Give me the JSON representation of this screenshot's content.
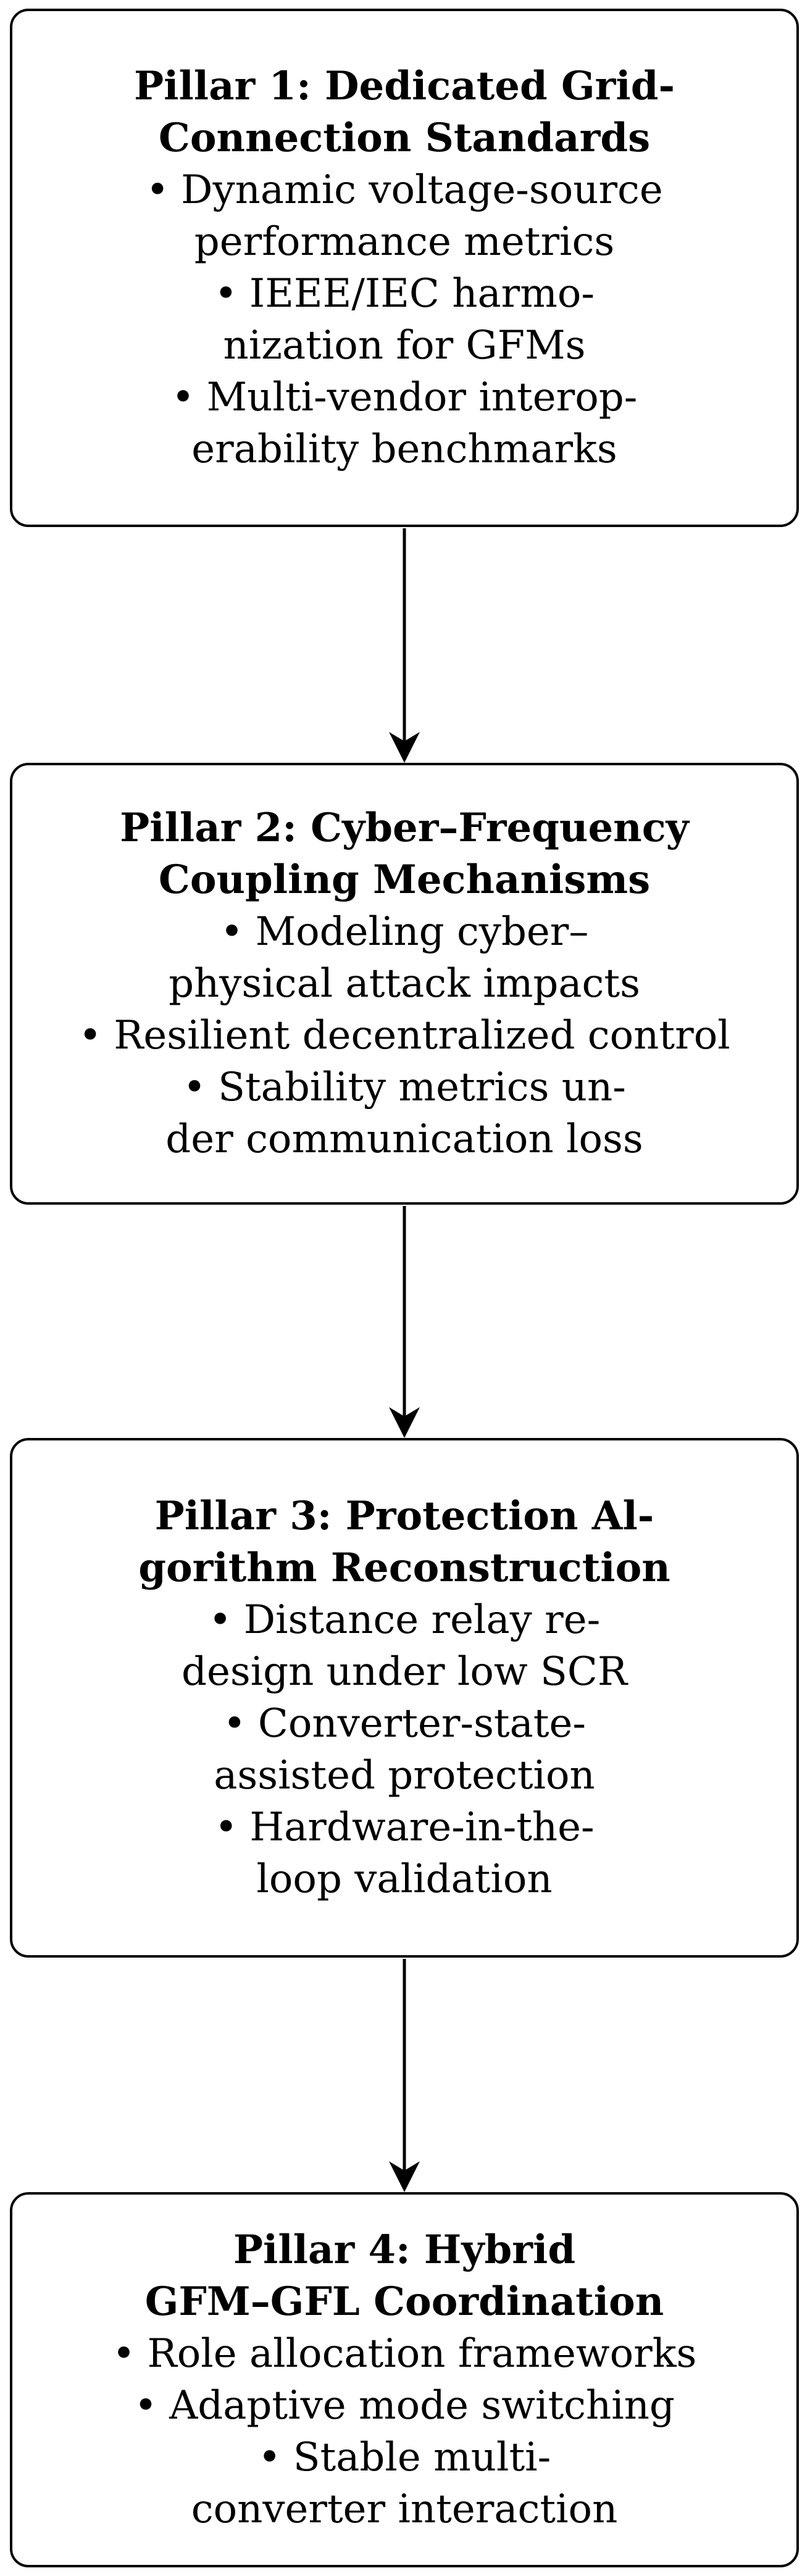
{
  "pillars": [
    {
      "title_line1": "Pillar 1: Dedicated Grid-",
      "title_line2": "Connection Standards",
      "bullets": [
        [
          "Dynamic voltage-source",
          "performance metrics"
        ],
        [
          "IEEE/IEC harmo-",
          "nization for GFMs"
        ],
        [
          "Multi-vendor interop-",
          "erability benchmarks"
        ]
      ]
    },
    {
      "title_line1": "Pillar 2: Cyber–Frequency",
      "title_line2": "Coupling Mechanisms",
      "bullets": [
        [
          "Modeling cyber–",
          "physical attack impacts"
        ],
        [
          "Resilient decentralized control"
        ],
        [
          "Stability metrics un-",
          "der communication loss"
        ]
      ]
    },
    {
      "title_line1": "Pillar 3: Protection Al-",
      "title_line2": "gorithm Reconstruction",
      "bullets": [
        [
          "Distance relay re-",
          "design under low SCR"
        ],
        [
          "Converter-state-",
          "assisted protection"
        ],
        [
          "Hardware-in-the-",
          "loop validation"
        ]
      ]
    },
    {
      "title_line1": "Pillar 4: Hybrid",
      "title_line2": "GFM–GFL Coordination",
      "bullets": [
        [
          "Role allocation frameworks"
        ],
        [
          "Adaptive mode switching"
        ],
        [
          "Stable multi-",
          "converter interaction"
        ]
      ]
    }
  ],
  "bullet_glyph": "•",
  "colors": {
    "border": "#000000",
    "text": "#000000",
    "background": "#ffffff"
  }
}
